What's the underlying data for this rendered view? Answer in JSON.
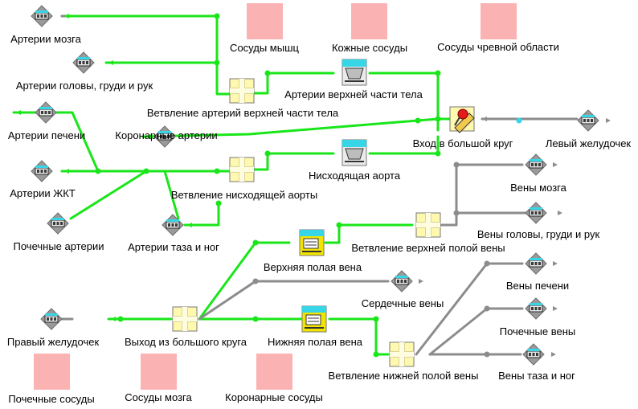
{
  "colors": {
    "green": "#19e619",
    "gray": "#8c8c8c",
    "pink": "#fbb2b2",
    "cyan": "#36d6e6",
    "yellow": "#fff9b0",
    "dark": "#3a3a3a"
  },
  "labels": {
    "brain_arteries": "Артерии мозга",
    "muscle_vessels": "Сосуды мышц",
    "skin_vessels": "Кожные сосуды",
    "abdominal_vessels": "Сосуды чревной области",
    "head_chest_arm_arteries": "Артерии головы, груди и рук",
    "upper_body_arteries": "Артерии верхней части тела",
    "upper_body_branch": "Ветвление артерий верхней части тела",
    "liver_arteries": "Артерии печени",
    "coronary_arteries": "Коронарные артерии",
    "systemic_entry": "Вход в большой круг",
    "left_ventricle": "Левый желудочек",
    "git_arteries": "Артерии ЖКТ",
    "descending_aorta": "Нисходящая аорта",
    "descending_aorta_branch": "Ветвление нисходящей аорты",
    "brain_veins": "Вены мозга",
    "head_chest_arm_veins": "Вены головы, груди и рук",
    "renal_arteries": "Почечные артерии",
    "pelvis_leg_arteries": "Артерии таза и ног",
    "upper_vena_cava_branch": "Ветвление верхней полой вены",
    "upper_vena_cava": "Верхняя полая вена",
    "liver_veins": "Вены печени",
    "cardiac_veins": "Сердечные вены",
    "renal_veins": "Почечные вены",
    "right_ventricle": "Правый желудочек",
    "systemic_exit": "Выход из большого круга",
    "lower_vena_cava": "Нижняя полая вена",
    "lower_vena_cava_branch": "Ветвление нижней полой вены",
    "pelvis_leg_veins": "Вены таза и ног",
    "renal_vessels": "Почечные сосуды",
    "brain_vessels": "Сосуды мозга",
    "coronary_vessels": "Коронарные сосуды"
  }
}
